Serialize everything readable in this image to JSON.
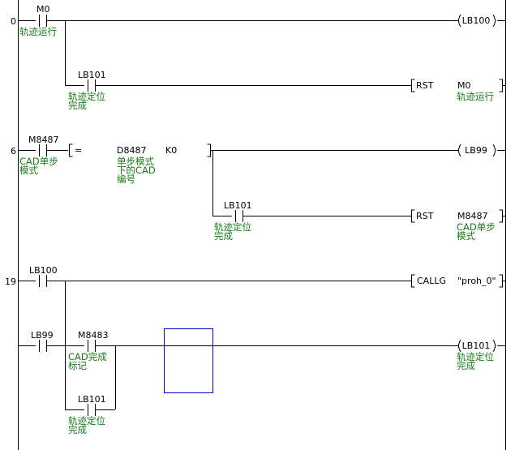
{
  "rungs": [
    {
      "number": "0"
    },
    {
      "number": "6"
    },
    {
      "number": "19"
    }
  ],
  "contacts": {
    "m0": {
      "device": "M0",
      "comment": "轨迹运行"
    },
    "lb101_a": {
      "device": "LB101",
      "comment": "轨迹定位\n完成"
    },
    "m8487": {
      "device": "M8487",
      "comment": "CAD单步\n模式"
    },
    "lb101_b": {
      "device": "LB101",
      "comment": "轨迹定位\n完成"
    },
    "lb100": {
      "device": "LB100"
    },
    "lb99": {
      "device": "LB99"
    },
    "m8483": {
      "device": "M8483",
      "comment": "CAD完成\n标记"
    },
    "lb101_c": {
      "device": "LB101",
      "comment": "轨迹定位\n完成"
    }
  },
  "compare": {
    "op": "=",
    "operand1": "D8487",
    "operand1_comment": "单步模式\n下的CAD\n编号",
    "operand2": "K0"
  },
  "outputs": {
    "lb100": {
      "device": "LB100"
    },
    "rst_m0": {
      "instruction": "RST",
      "device": "M0",
      "comment": "轨迹运行"
    },
    "lb99": {
      "device": "LB99"
    },
    "rst_m8487": {
      "instruction": "RST",
      "device": "M8487",
      "comment": "CAD单步\n模式"
    },
    "callg": {
      "instruction": "CALLG",
      "argument": "\"proh_0\""
    },
    "lb101": {
      "device": "LB101",
      "comment": "轨迹定位\n完成"
    }
  },
  "colors": {
    "wire": "#000000",
    "comment": "#1a7a1a",
    "cursor": "#0000cc"
  }
}
